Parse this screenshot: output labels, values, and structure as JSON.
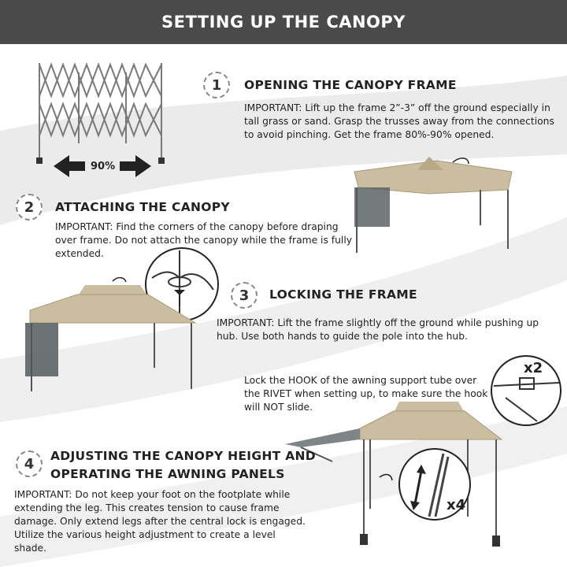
{
  "header": {
    "title": "SETTING UP THE CANOPY"
  },
  "steps": [
    {
      "number": "1",
      "title": "OPENING THE CANOPY FRAME",
      "text": "IMPORTANT: Lift up the frame  2”-3”  off the ground especially in tall grass or sand. Grasp the trusses away from the connections to avoid pinching. Get the frame 80%-90% opened."
    },
    {
      "number": "2",
      "title": "ATTACHING THE CANOPY",
      "text": "IMPORTANT:  Find the corners of the canopy before draping over frame. Do not attach the canopy while the frame is fully extended."
    },
    {
      "number": "3",
      "title": "LOCKING THE FRAME",
      "text": "IMPORTANT: Lift the frame slightly off the ground while pushing up hub. Use both hands to guide the pole into the hub.",
      "note": "Lock the HOOK of the awning support tube over the RIVET when setting up,  to make sure the hook will NOT slide."
    },
    {
      "number": "4",
      "title_line1": "ADJUSTING THE CANOPY HEIGHT AND",
      "title_line2": "OPERATING THE AWNING PANELS",
      "text": "IMPORTANT: Do not keep your foot on the footplate while extending the leg. This  creates  tension  to cause  frame damage. Only extend legs after the central lock is engaged. Utilize the various height adjustment to create a level shade."
    }
  ],
  "labels": {
    "open_percent": "90%",
    "hook_count": "x2",
    "leg_count": "x4"
  },
  "colors": {
    "header_bg": "#4a4a4a",
    "canopy": "#cbbd9f",
    "frame": "#555555",
    "wall": "#5b6466"
  }
}
